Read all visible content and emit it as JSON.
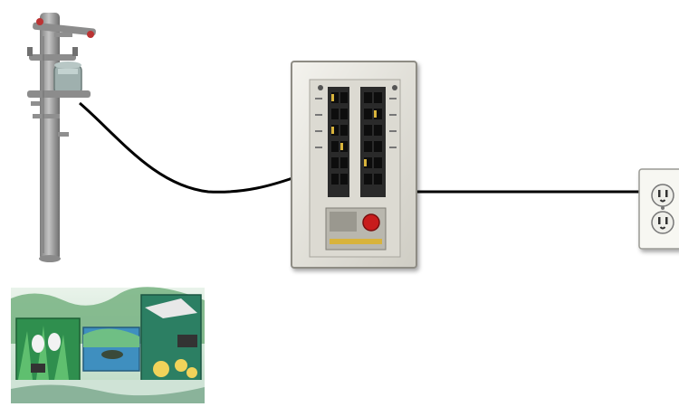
{
  "diagram": {
    "nodes": [
      {
        "id": "utility-pole",
        "icon": "utility-pole-icon"
      },
      {
        "id": "breaker-panel",
        "icon": "breaker-panel-icon"
      },
      {
        "id": "wall-outlet",
        "icon": "duplex-outlet-icon"
      },
      {
        "id": "painted-transformer-boxes",
        "icon": "painted-transformer-boxes-image"
      }
    ],
    "edges": [
      {
        "from": "utility-pole",
        "to": "breaker-panel"
      },
      {
        "from": "breaker-panel",
        "to": "wall-outlet"
      }
    ],
    "colors": {
      "wire": "#000000",
      "pole": "#9a9a9a",
      "panel_frame": "#ecebe4",
      "panel_interior": "#dcdad2",
      "breaker": "#1a1a1a",
      "main_switch": "#c81e1e",
      "outlet": "#f7f7f2",
      "mural_green": "#2f8f4e",
      "mural_blue": "#4a8ec5"
    }
  }
}
